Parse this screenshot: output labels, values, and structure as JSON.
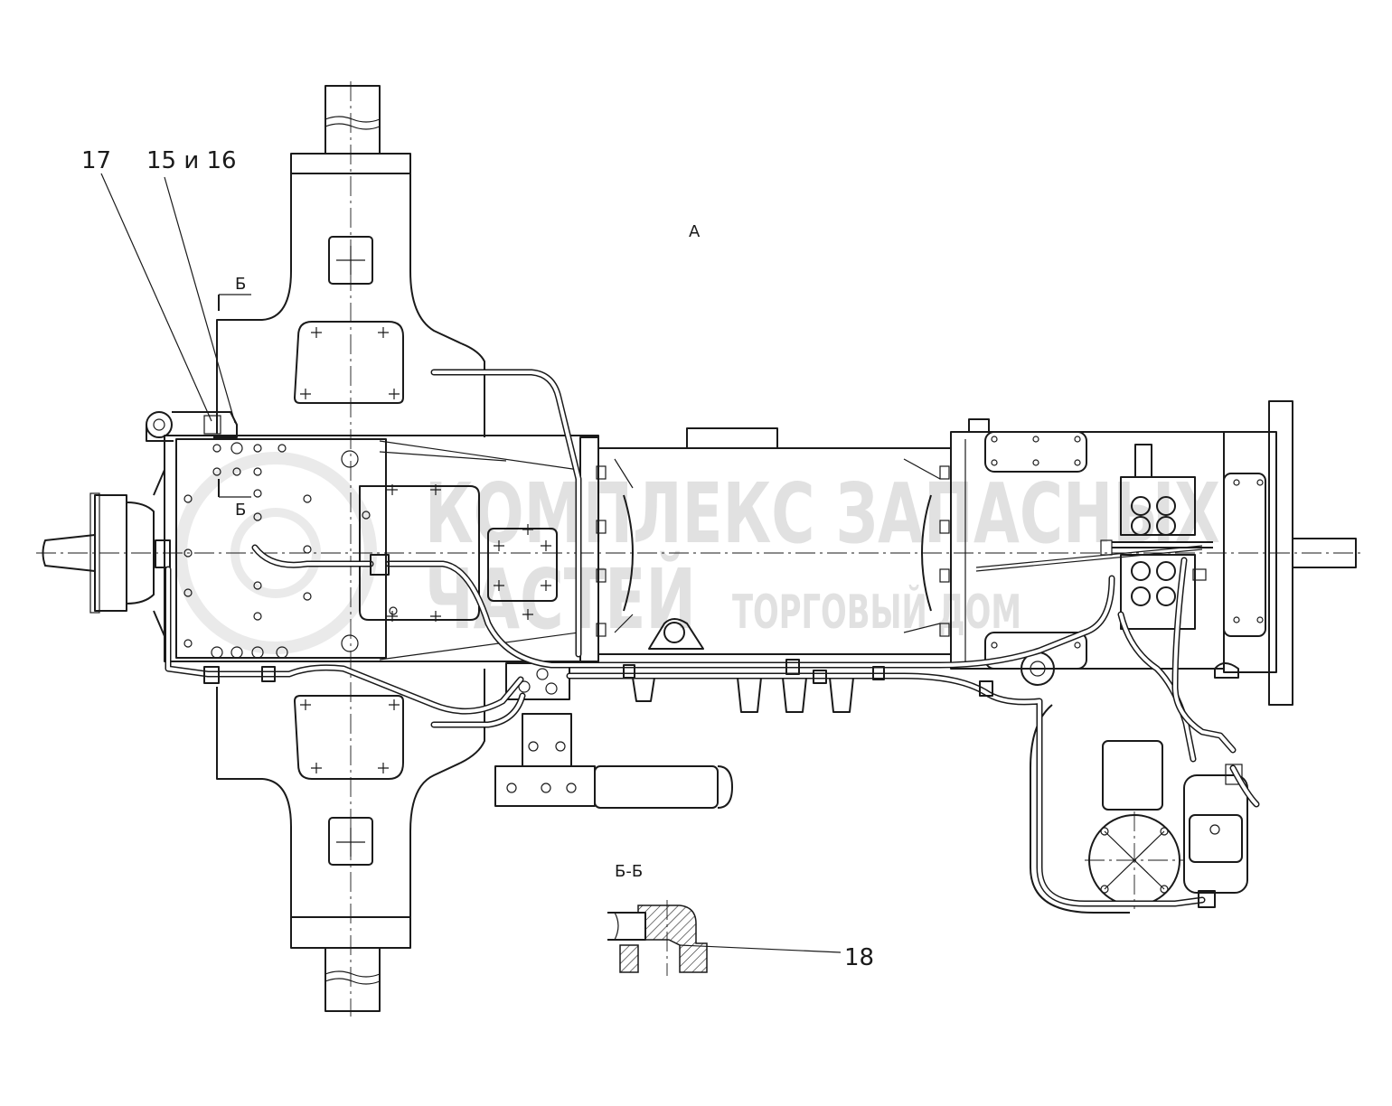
{
  "labels": {
    "view": "А",
    "section_mark_top": "Б",
    "section_mark_bottom": "Б",
    "section_title": "Б-Б",
    "callout_17": "17",
    "callout_15_16": "15 и 16",
    "callout_18": "18"
  },
  "watermark": {
    "line1": "КОМПЛЕКС ЗАПАСНЫХ",
    "line2": "ЧАСТЕЙ",
    "line3": "ТОРГОВЫЙ ДОМ"
  },
  "colors": {
    "ink": "#1a1a1a",
    "watermark": "#d7d7d7",
    "background": "#ffffff"
  }
}
